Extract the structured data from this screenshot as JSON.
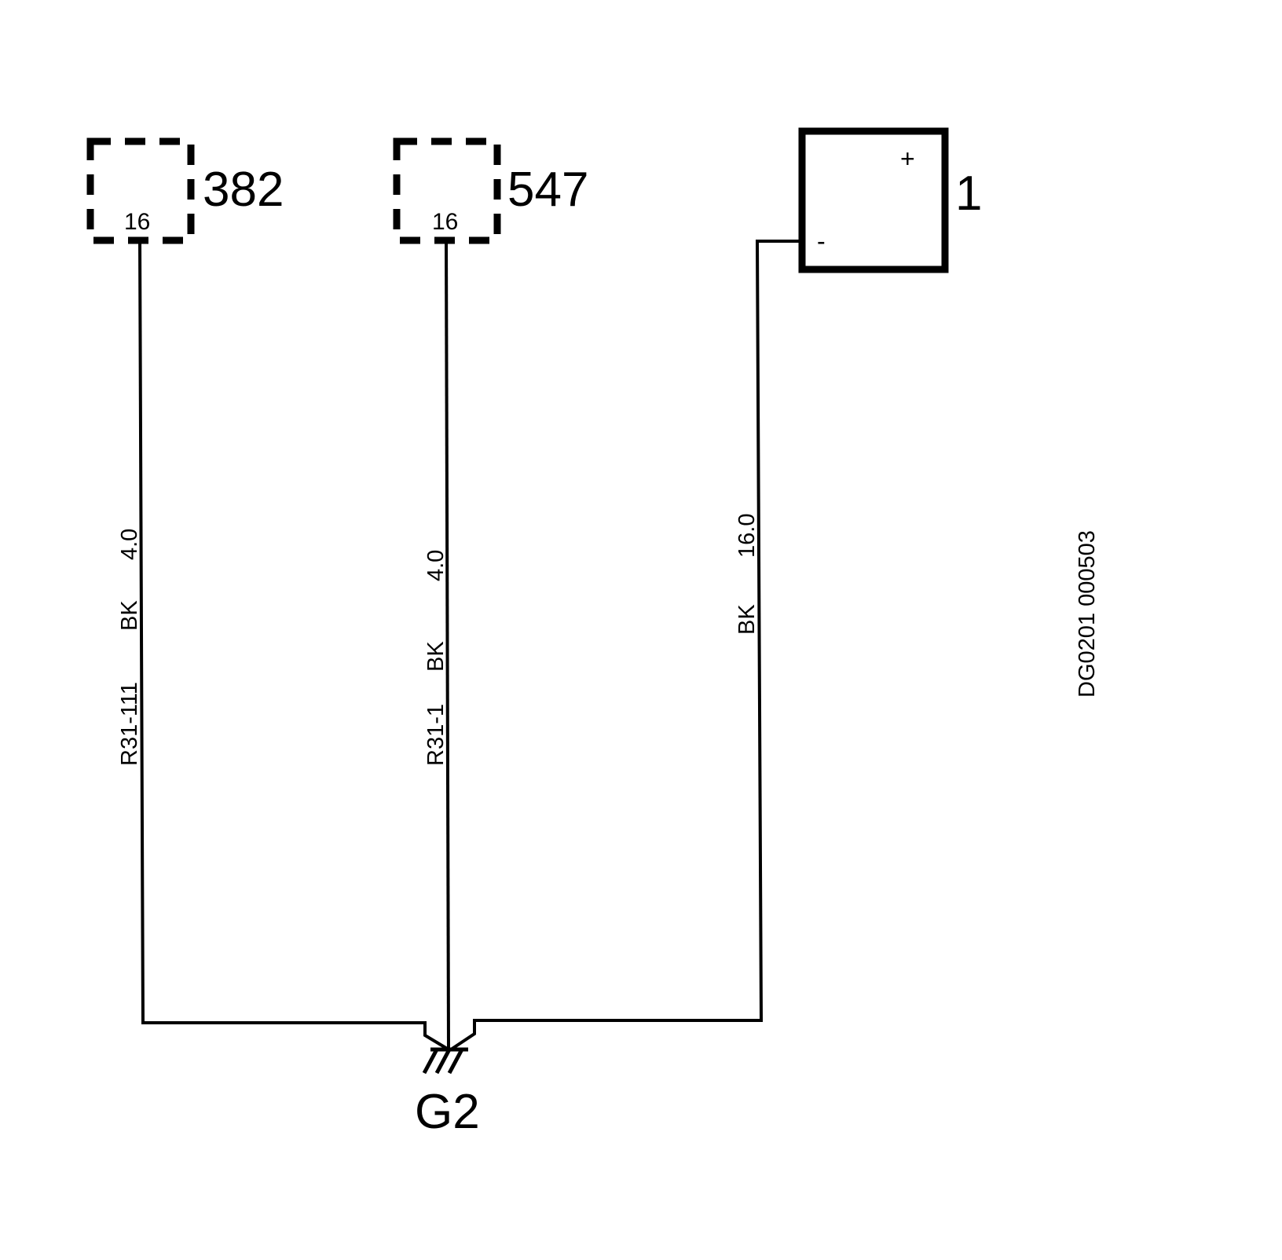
{
  "components": {
    "c382": {
      "number": "382",
      "pin": "16"
    },
    "c547": {
      "number": "547",
      "pin": "16"
    },
    "battery": {
      "number": "1",
      "plus": "+",
      "minus": "-"
    }
  },
  "wires": {
    "w1": {
      "id": "R31-111",
      "color": "BK",
      "size": "4.0"
    },
    "w2": {
      "id": "R31-1",
      "color": "BK",
      "size": "4.0"
    },
    "w3": {
      "color": "BK",
      "size": "16.0"
    }
  },
  "ground": {
    "label": "G2"
  },
  "drawing_ref": "DG0201 000503",
  "colors": {
    "ink": "#000000",
    "paper": "#ffffff"
  }
}
